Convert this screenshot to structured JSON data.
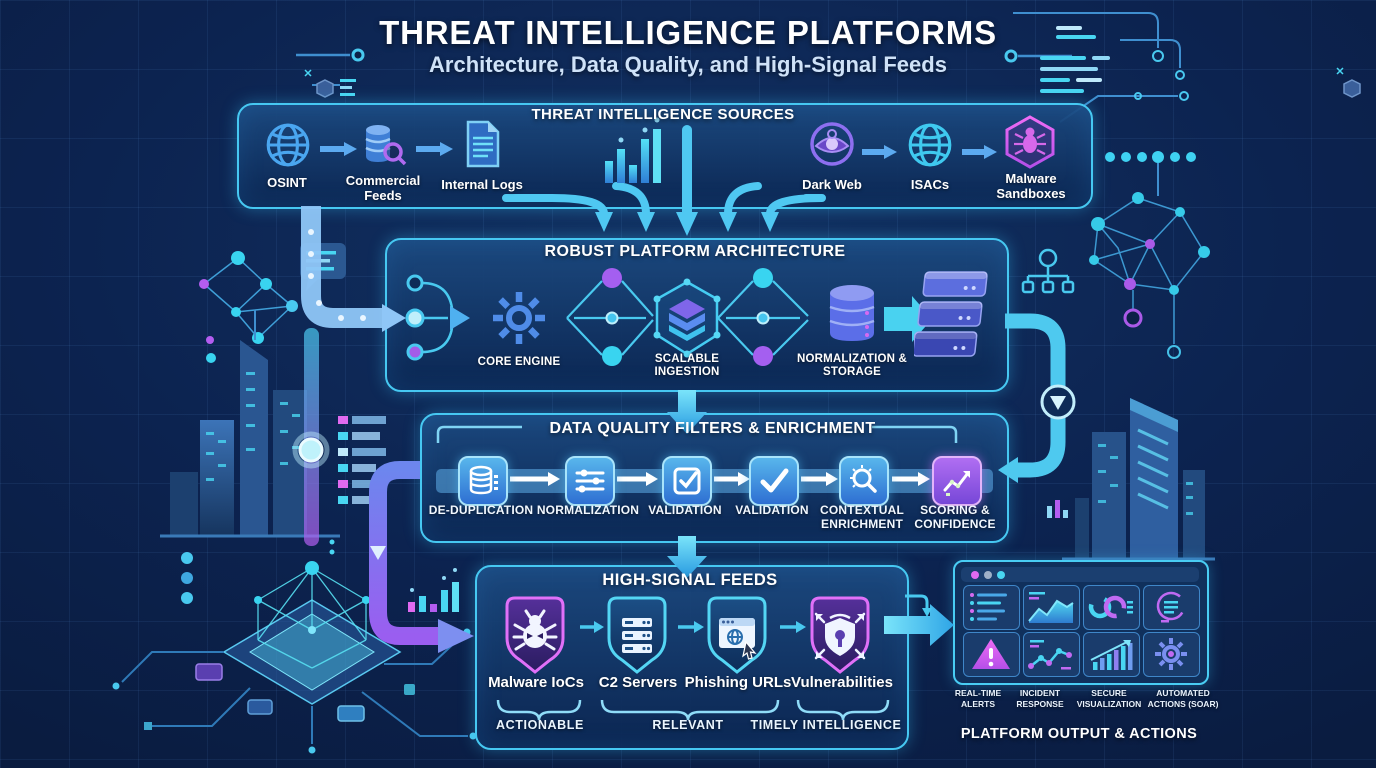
{
  "header": {
    "title": "THREAT INTELLIGENCE PLATFORMS",
    "subtitle": "Architecture, Data Quality, and High-Signal Feeds"
  },
  "sources": {
    "title": "THREAT INTELLIGENCE SOURCES",
    "items": [
      {
        "label": "OSINT",
        "icon": "globe-icon"
      },
      {
        "label": "Commercial Feeds",
        "icon": "database-search-icon"
      },
      {
        "label": "Internal Logs",
        "icon": "document-icon"
      },
      {
        "label": "Dark Web",
        "icon": "dark-web-eye-icon"
      },
      {
        "label": "ISACs",
        "icon": "globe-icon"
      },
      {
        "label": "Malware Sandboxes",
        "icon": "bug-hexagon-icon"
      }
    ]
  },
  "architecture": {
    "title": "ROBUST PLATFORM ARCHITECTURE",
    "items": [
      {
        "label": "CORE ENGINE",
        "icon": "gear-icon"
      },
      {
        "label": "SCALABLE INGESTION",
        "icon": "hex-cube-icon"
      },
      {
        "label": "NORMALIZATION & STORAGE",
        "icon": "database-icon"
      }
    ]
  },
  "quality": {
    "title": "DATA QUALITY FILTERS & ENRICHMENT",
    "items": [
      {
        "label": "DE-DUPLICATION",
        "icon": "database-icon"
      },
      {
        "label": "NORMALIZATION",
        "icon": "sliders-icon"
      },
      {
        "label": "VALIDATION",
        "icon": "checkbox-icon"
      },
      {
        "label": "VALIDATION",
        "icon": "checkmark-icon"
      },
      {
        "label": "CONTEXTUAL ENRICHMENT",
        "icon": "enrichment-magnifier-icon"
      },
      {
        "label": "SCORING & CONFIDENCE",
        "icon": "scoring-chart-icon"
      }
    ]
  },
  "feeds": {
    "title": "HIGH-SIGNAL FEEDS",
    "items": [
      {
        "label": "Malware IoCs",
        "icon": "bug-shield-icon"
      },
      {
        "label": "C2 Servers",
        "icon": "server-shield-icon"
      },
      {
        "label": "Phishing URLs",
        "icon": "browser-shield-icon"
      },
      {
        "label": "Vulnerabilities",
        "icon": "lock-shield-icon"
      }
    ],
    "qualities": [
      "ACTIONABLE",
      "RELEVANT",
      "TIMELY INTELLIGENCE"
    ]
  },
  "output": {
    "title": "PLATFORM OUTPUT & ACTIONS",
    "items": [
      "REAL-TIME ALERTS",
      "INCIDENT RESPONSE",
      "SECURE VISUALIZATION",
      "AUTOMATED ACTIONS (SOAR)"
    ],
    "tiles": [
      "list-icon",
      "area-chart-icon",
      "donut-chart-icon",
      "report-circle-icon",
      "alert-triangle-icon",
      "line-chart-icon",
      "bar-chart-icon",
      "gear-icon"
    ]
  },
  "colors": {
    "background": "#0c2350",
    "panel_border": "#46c8f2",
    "accent_cyan": "#49d6f2",
    "accent_blue": "#4a90e8",
    "accent_purple": "#a45ce8",
    "accent_magenta": "#e06af0",
    "text_primary": "#ffffff",
    "text_secondary": "#cfe2f8"
  }
}
